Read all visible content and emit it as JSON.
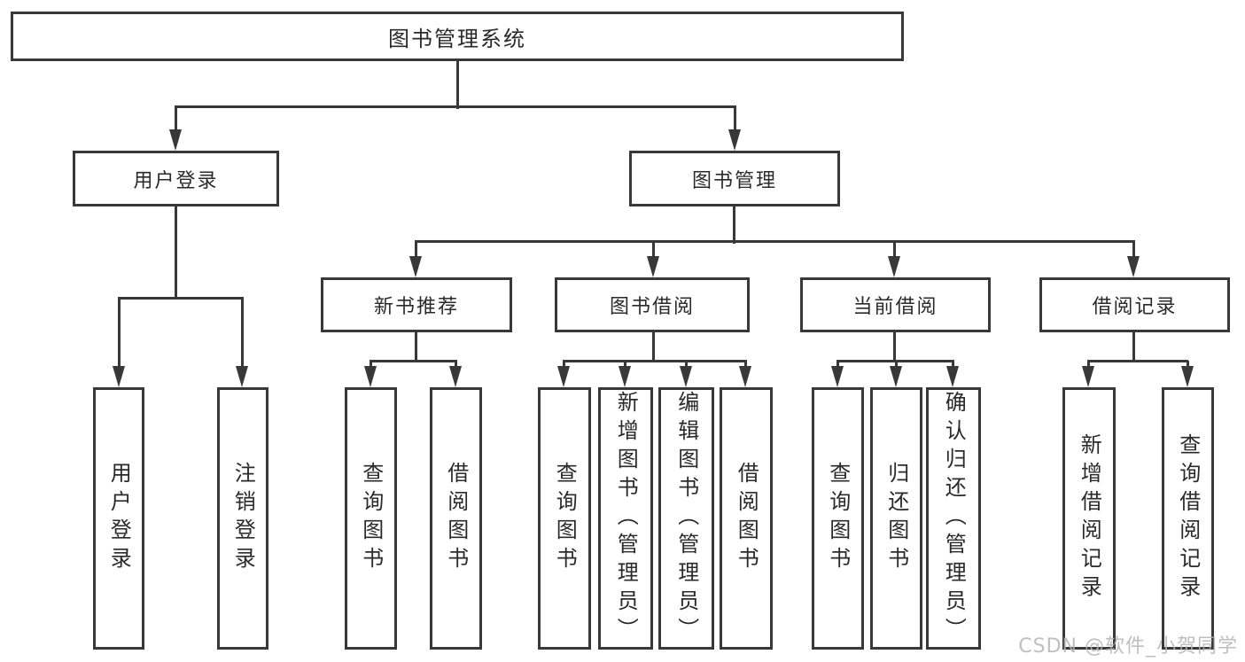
{
  "colors": {
    "line": "#383838",
    "text": "#2a2a2a",
    "background": "#ffffff",
    "watermark": "#b4b4b4"
  },
  "watermark": {
    "text": "CSDN @软件_小贺同学"
  },
  "diagram": {
    "type": "tree",
    "root": {
      "label": "图书管理系统"
    },
    "level2": {
      "user_login": "用户登录",
      "book_mgmt": "图书管理"
    },
    "level3": {
      "new_book_rec": "新书推荐",
      "book_borrow": "图书借阅",
      "current_borrow": "当前借阅",
      "borrow_records": "借阅记录"
    },
    "leaves": {
      "login_user_login": "用户登录",
      "login_logout": "注销登录",
      "rec_query_books": "查询图书",
      "rec_borrow_books": "借阅图书",
      "bor_query_books": "查询图书",
      "bor_add_books": "新增图书（管理员）",
      "bor_edit_books": "编辑图书（管理员）",
      "bor_borrow_books": "借阅图书",
      "cur_query_books": "查询图书",
      "cur_return_books": "归还图书",
      "cur_confirm_return": "确认归还（管理员）",
      "rcd_add_record": "新增借阅记录",
      "rcd_query_record": "查询借阅记录"
    },
    "edges": [
      [
        "图书管理系统",
        "用户登录"
      ],
      [
        "图书管理系统",
        "图书管理"
      ],
      [
        "用户登录",
        "用户登录(叶)"
      ],
      [
        "用户登录",
        "注销登录"
      ],
      [
        "图书管理",
        "新书推荐"
      ],
      [
        "图书管理",
        "图书借阅"
      ],
      [
        "图书管理",
        "当前借阅"
      ],
      [
        "图书管理",
        "借阅记录"
      ],
      [
        "新书推荐",
        "查询图书"
      ],
      [
        "新书推荐",
        "借阅图书"
      ],
      [
        "图书借阅",
        "查询图书"
      ],
      [
        "图书借阅",
        "新增图书（管理员）"
      ],
      [
        "图书借阅",
        "编辑图书（管理员）"
      ],
      [
        "图书借阅",
        "借阅图书"
      ],
      [
        "当前借阅",
        "查询图书"
      ],
      [
        "当前借阅",
        "归还图书"
      ],
      [
        "当前借阅",
        "确认归还（管理员）"
      ],
      [
        "借阅记录",
        "新增借阅记录"
      ],
      [
        "借阅记录",
        "查询借阅记录"
      ]
    ]
  }
}
